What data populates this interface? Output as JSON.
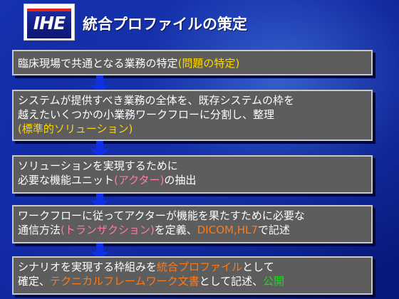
{
  "logo": {
    "text": "IHE",
    "colors": {
      "border": "#e2231a",
      "fill": "#0d1672"
    }
  },
  "title": "統合プロファイルの策定",
  "steps": [
    {
      "text": "臨床現場で共通となる業務の特定",
      "highlight": "(問題の特定)"
    },
    {
      "line1": "システムが提供すべき業務の全体を、既存システムの枠を",
      "line2": "越えたいくつかの小業務ワークフローに分割し、整理",
      "highlight": "(標準的ソリューション)"
    },
    {
      "line1": "ソリューションを実現するために",
      "line2a": "必要な機能ユニット",
      "highlight": "(アクター)",
      "line2b": "の抽出"
    },
    {
      "line1": "ワークフローに従ってアクターが機能を果たすために必要な",
      "line2a": "通信方法",
      "highlight": "(トランザクション)",
      "line2b": "を定義、",
      "highlight2": "DICOM,HL7",
      "line2c": "で記述"
    },
    {
      "line1a": "シナリオを実現する枠組みを",
      "highlight": "統合プロファイル",
      "line1b": "として",
      "line2a": "確定、",
      "highlight2": "テクニカルフレームワーク文書",
      "line2b": "として記述、",
      "highlight3": "公開"
    }
  ],
  "colors": {
    "yellow": "#ffd700",
    "pink": "#ff7aa8",
    "orange": "#ff7a1a",
    "green": "#28d228",
    "arrow": "#1030e8",
    "box": "#5d5d5d"
  }
}
